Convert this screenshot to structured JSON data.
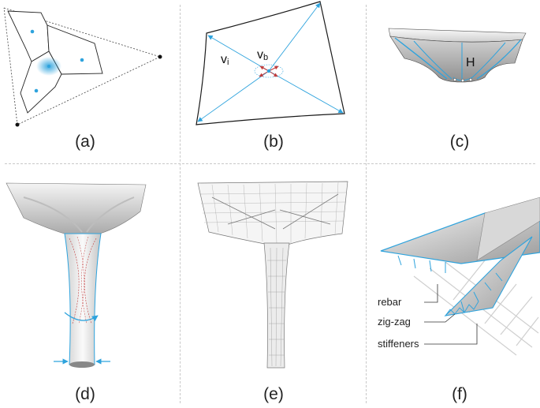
{
  "panels": {
    "a": {
      "caption": "(a)"
    },
    "b": {
      "caption": "(b)",
      "label_vi": "v",
      "label_vi_sub": "i",
      "label_vb": "v",
      "label_vb_sub": "b"
    },
    "c": {
      "caption": "(c)",
      "label_h": "H"
    },
    "d": {
      "caption": "(d)"
    },
    "e": {
      "caption": "(e)"
    },
    "f": {
      "caption": "(f)",
      "callouts": [
        "rebar",
        "zig-zag",
        "stiffeners"
      ]
    }
  },
  "colors": {
    "accent": "#2ea3dd",
    "line": "#1a1a1a",
    "surface": "#e9e9e9",
    "rebar": "#c23b3b",
    "divider": "#c8c8c8"
  }
}
